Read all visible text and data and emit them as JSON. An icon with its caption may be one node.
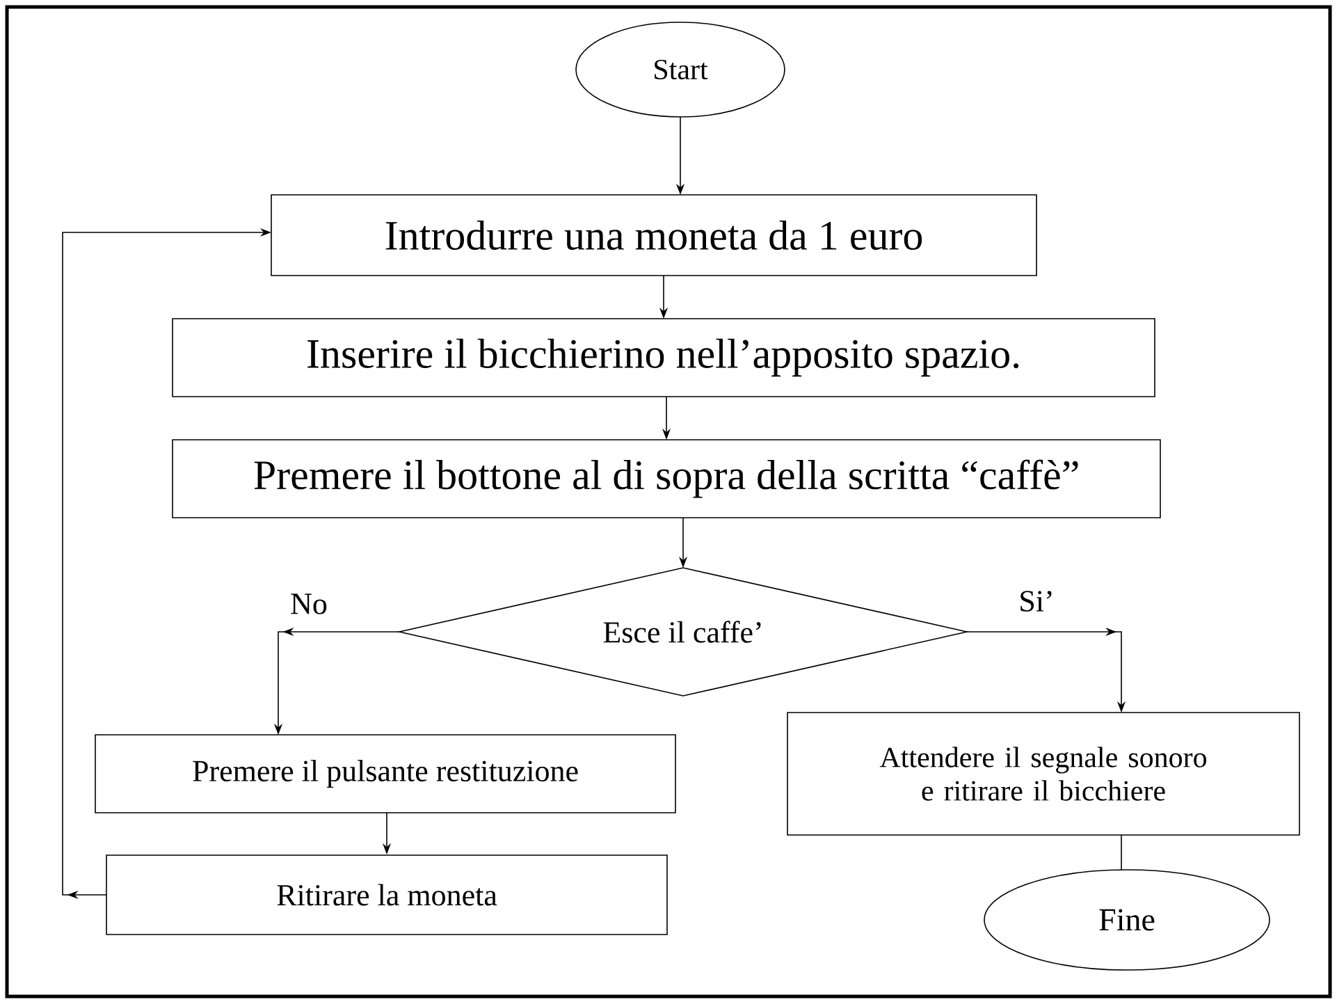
{
  "diagram": {
    "nodes": [
      {
        "text": [
          "Start"
        ]
      },
      {
        "text": [
          "Introdurre una moneta da 1 euro"
        ]
      },
      {
        "text": [
          "Inserire il bicchierino nell’apposito spazio."
        ]
      },
      {
        "text": [
          "Premere il bottone al di sopra della scritta “caffè”"
        ]
      },
      {
        "text": [
          "Esce il caffe’"
        ]
      },
      {
        "text": [
          "Premere il pulsante restituzione"
        ]
      },
      {
        "text": [
          "Ritirare la moneta"
        ]
      },
      {
        "text": [
          "Attendere il segnale sonoro e ritirare il bicchiere"
        ]
      },
      {
        "text": [
          "Fine"
        ]
      }
    ],
    "edges": [
      {
        "from": 0,
        "to": 1,
        "arrow": "to"
      },
      {
        "from": 1,
        "to": 2,
        "arrow": "to"
      },
      {
        "from": 2,
        "to": 3,
        "arrow": "to"
      },
      {
        "from": 3,
        "to": 4,
        "arrow": "to"
      },
      {
        "from": 4,
        "to": 5,
        "arrow": "to",
        "label": "No"
      },
      {
        "from": 4,
        "to": 7,
        "arrow": "to",
        "label": "Si’"
      },
      {
        "from": 5,
        "to": 6,
        "arrow": "to"
      },
      {
        "from": 6,
        "to": 1,
        "arrow": "to"
      },
      {
        "from": 7,
        "to": 8,
        "arrow": "none"
      }
    ]
  }
}
